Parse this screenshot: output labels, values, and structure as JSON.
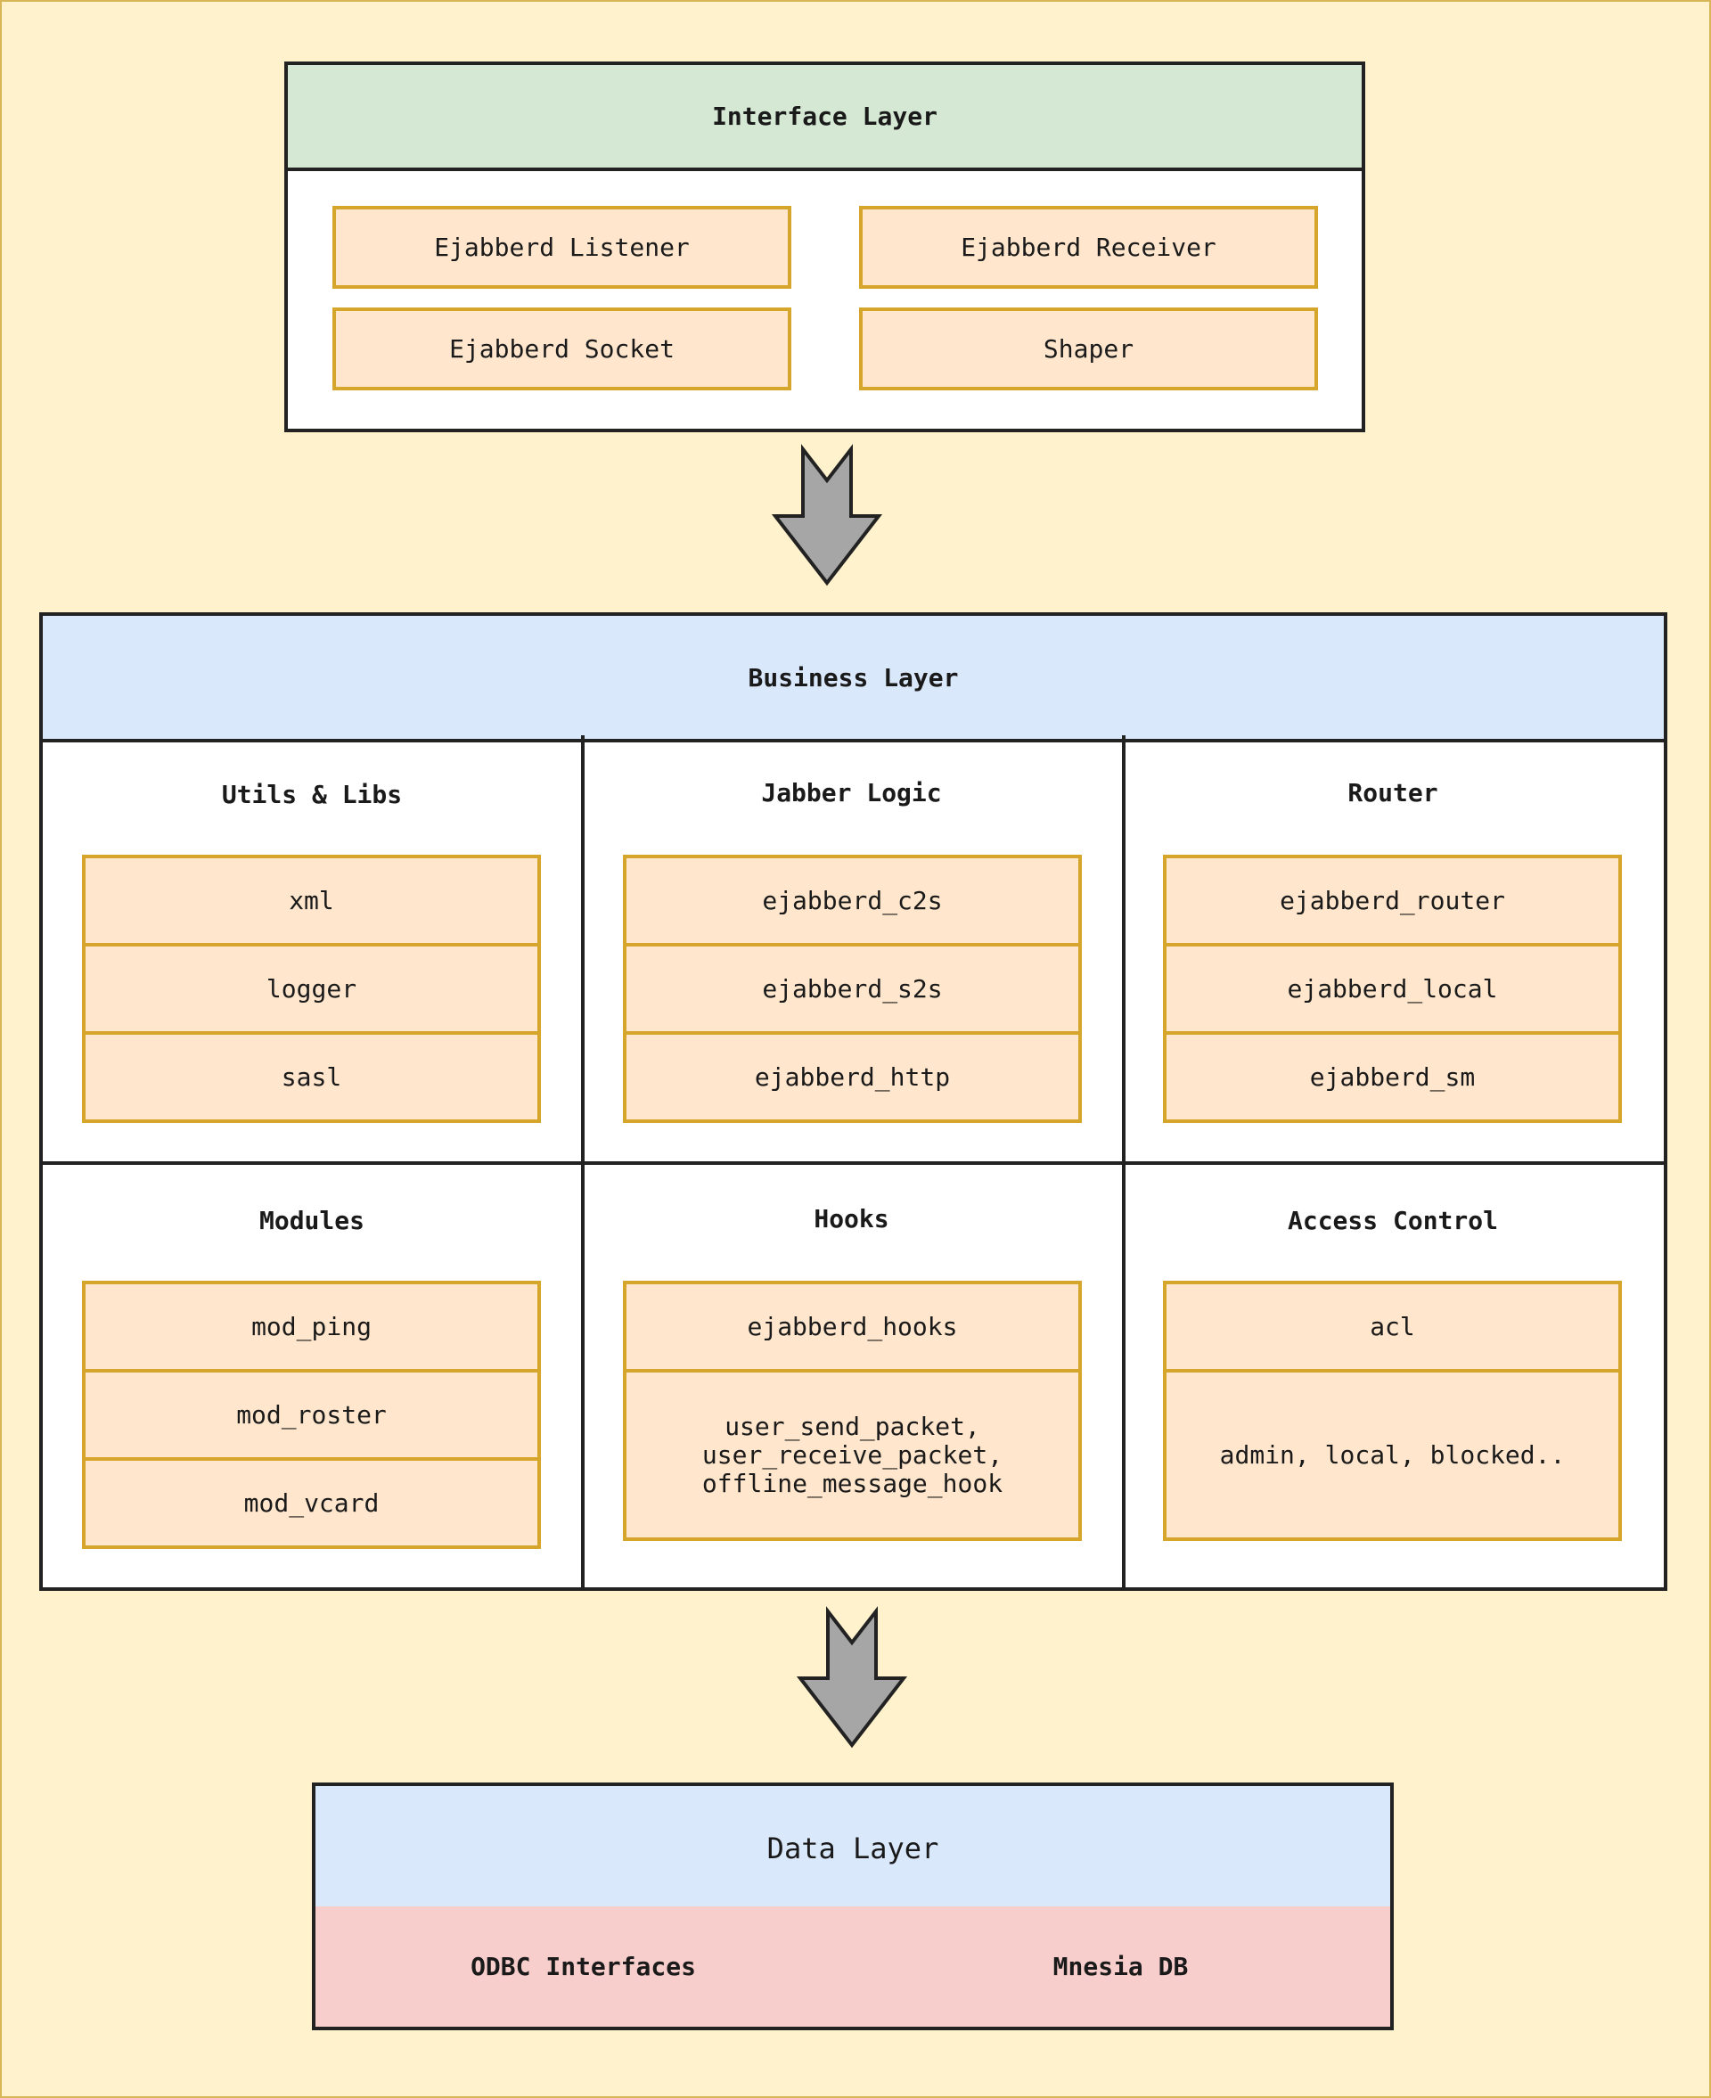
{
  "interface_layer": {
    "title": "Interface Layer",
    "components": [
      "Ejabberd Listener",
      "Ejabberd Receiver",
      "Ejabberd Socket",
      "Shaper"
    ]
  },
  "business_layer": {
    "title": "Business Layer",
    "sections": [
      {
        "title": "Utils & Libs",
        "items": [
          "xml",
          "logger",
          "sasl"
        ]
      },
      {
        "title": "Jabber Logic",
        "items": [
          "ejabberd_c2s",
          "ejabberd_s2s",
          "ejabberd_http"
        ]
      },
      {
        "title": "Router",
        "items": [
          "ejabberd_router",
          "ejabberd_local",
          "ejabberd_sm"
        ]
      },
      {
        "title": "Modules",
        "items": [
          "mod_ping",
          "mod_roster",
          "mod_vcard"
        ]
      },
      {
        "title": "Hooks",
        "items": [
          "ejabberd_hooks",
          "user_send_packet,\nuser_receive_packet,\noffline_message_hook"
        ]
      },
      {
        "title": "Access Control",
        "items": [
          "acl",
          "admin, local, blocked.."
        ]
      }
    ]
  },
  "data_layer": {
    "title": "Data Layer",
    "parts": [
      "ODBC Interfaces",
      "Mnesia DB"
    ]
  },
  "colors": {
    "background": "#fff2cc",
    "interface_header": "#d5e8d4",
    "layer_header": "#dae8fc",
    "component_fill": "#ffe6cc",
    "component_border": "#d6a62c",
    "data_part_fill": "#f8cecc",
    "arrow_fill": "#a6a6a6"
  }
}
